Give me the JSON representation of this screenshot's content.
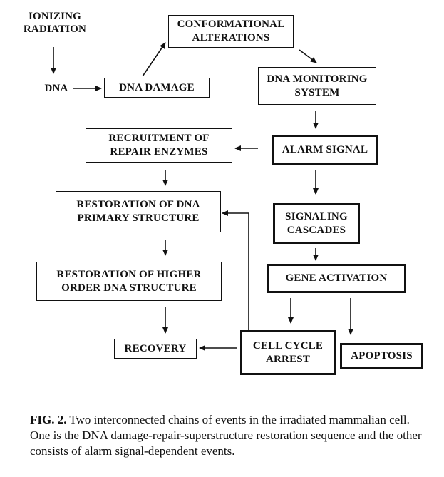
{
  "nodes": {
    "ionizing_radiation": "IONIZING\nRADIATION",
    "dna": "DNA",
    "dna_damage": "DNA DAMAGE",
    "conformational_alterations": "CONFORMATIONAL\nALTERATIONS",
    "dna_monitoring_system": "DNA MONITORING\nSYSTEM",
    "alarm_signal": "ALARM SIGNAL",
    "recruitment_repair_enzymes": "RECRUITMENT OF\nREPAIR ENZYMES",
    "restoration_primary": "RESTORATION OF DNA\nPRIMARY STRUCTURE",
    "restoration_higher": "RESTORATION OF HIGHER\nORDER DNA STRUCTURE",
    "recovery": "RECOVERY",
    "signaling_cascades": "SIGNALING\nCASCADES",
    "gene_activation": "GENE ACTIVATION",
    "cell_cycle_arrest": "CELL CYCLE\nARREST",
    "apoptosis": "APOPTOSIS"
  },
  "caption": {
    "label": "FIG. 2.",
    "text": " Two interconnected chains of events in the irradiated mammalian cell. One is the DNA damage-repair-superstructure restoration sequence and the other consists of alarm signal-dependent events."
  }
}
